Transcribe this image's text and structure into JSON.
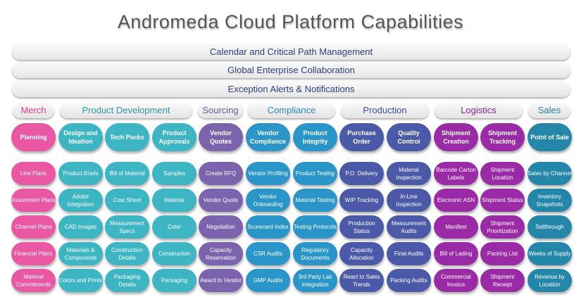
{
  "title": "Andromeda Cloud Platform Capabilities",
  "banners": [
    "Calendar and Critical Path Management",
    "Global Enterprise Collaboration",
    "Exception Alerts & Notifications"
  ],
  "categories": [
    {
      "label": "Merch",
      "color": "#d63f8e"
    },
    {
      "label": "Product Development",
      "color": "#2f98a8"
    },
    {
      "label": "Sourcing",
      "color": "#6a5a9e"
    },
    {
      "label": "Compliance",
      "color": "#2a86b8"
    },
    {
      "label": "Production",
      "color": "#3c4f95"
    },
    {
      "label": "Logistics",
      "color": "#7b2390"
    },
    {
      "label": "Sales",
      "color": "#237c9c"
    }
  ],
  "columns": [
    {
      "header": "Planning",
      "color": "#ea57a2",
      "items": [
        "Line Plans",
        "Assortment Plans",
        "Channel Plans",
        "Financial Plans",
        "Material Commitments"
      ]
    },
    {
      "header": "Design and Ideation",
      "color": "#3db5c2",
      "items": [
        "Product Briefs",
        "Adobe Integration",
        "CAD Images",
        "Materials & Components",
        "Colors and Prints"
      ]
    },
    {
      "header": "Tech Packs",
      "color": "#3db5c2",
      "items": [
        "Bill of Material",
        "Cost Sheet",
        "Measurement Specs",
        "Construction Details",
        "Packaging Details"
      ]
    },
    {
      "header": "Product Approvals",
      "color": "#3db5c2",
      "items": [
        "Samples",
        "Material",
        "Color",
        "Construction",
        "Packaging"
      ]
    },
    {
      "header": "Vendor Quotes",
      "color": "#7c63ad",
      "items": [
        "Create RFQ",
        "Vendor Quote",
        "Negotiation",
        "Capacity Reservation",
        "Award to Vendor"
      ]
    },
    {
      "header": "Vendor Compliance",
      "color": "#2a95c8",
      "items": [
        "Vendor Profiling",
        "Vendor Onboarding",
        "Scorecard Index",
        "CSR Audits",
        "GMP Audits"
      ]
    },
    {
      "header": "Product Integrity",
      "color": "#2a95c8",
      "items": [
        "Product Testing",
        "Material Testing",
        "Testing Protocols",
        "Regulatory Documents",
        "3rd Party Lab Integration"
      ]
    },
    {
      "header": "Purchase Order",
      "color": "#4a5aa8",
      "items": [
        "P.O. Delivery",
        "WIP Tracking",
        "Production Status",
        "Capacity Allocation",
        "React to Sales Trends"
      ]
    },
    {
      "header": "Quality Control",
      "color": "#4a5aa8",
      "items": [
        "Material Inspection",
        "In-Line Inspection",
        "Measurement Audits",
        "Final Audits",
        "Packing Audits"
      ]
    },
    {
      "header": "Shipment Creation",
      "color": "#9b2aa6",
      "items": [
        "Barcode Carton Labels",
        "Electronic ASN",
        "Manifest",
        "Bill of Lading",
        "Commercial Invoice"
      ]
    },
    {
      "header": "Shipment Tracking",
      "color": "#9b2aa6",
      "items": [
        "Shipment Location",
        "Shipment Status",
        "Shipment Prioritization",
        "Packing List",
        "Shipment Receipt"
      ]
    },
    {
      "header": "Point of Sale",
      "color": "#2487aa",
      "items": [
        "Sales by Channel",
        "Inventory Snapshots",
        "Sellthrough",
        "Weeks of Supply",
        "Revenue by Location"
      ]
    }
  ]
}
